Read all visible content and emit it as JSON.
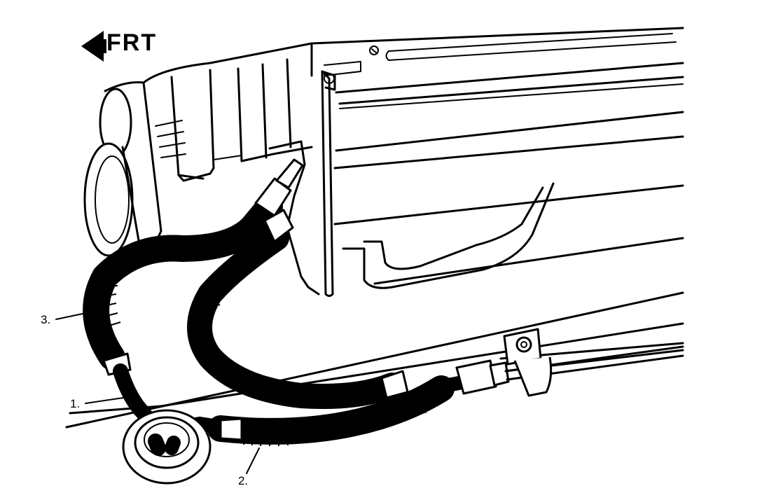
{
  "direction_indicator": {
    "text": "FRT"
  },
  "callouts": [
    {
      "id": "1",
      "text": "1."
    },
    {
      "id": "2",
      "text": "2."
    },
    {
      "id": "3",
      "text": "3."
    }
  ]
}
